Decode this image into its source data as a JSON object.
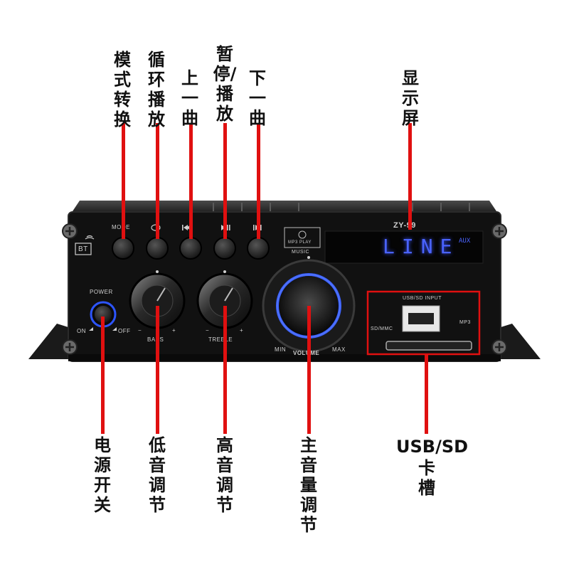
{
  "top_labels": {
    "mode": "模式转换",
    "loop": "循环播放",
    "prev": "上一曲",
    "pause": "暂停/播放",
    "next": "下一曲",
    "display": "显示屏"
  },
  "bottom_labels": {
    "power": "电源开关",
    "bass": "低音调节",
    "treble": "高音调节",
    "volume": "主音量调节",
    "usb_sd_line1": "USB/SD",
    "usb_sd_line2": "卡槽"
  },
  "panel": {
    "model": "ZY-99",
    "bt_badge": "BT",
    "mode_label": "MODE",
    "power_label": "POWER",
    "on_label": "ON",
    "off_label": "OFF",
    "bass_label": "BASS",
    "treble_label": "TREBLE",
    "volume_label": "VOLUME",
    "min_label": "MIN",
    "max_label": "MAX",
    "usb_sd_input_label": "USB/SD INPUT",
    "sd_mmc_label": "SD/MMC",
    "mp3_label": "MP3",
    "mp3_play_label": "MP3 PLAY",
    "music_label": "MUSIC",
    "plus": "+",
    "minus": "−"
  },
  "display": {
    "text": "LINE",
    "aux": "AUX",
    "color": "#3b55ff"
  },
  "colors": {
    "annotation_line": "#e01010",
    "chassis": "#1c1c1c",
    "panel": "#0f0f0f"
  }
}
